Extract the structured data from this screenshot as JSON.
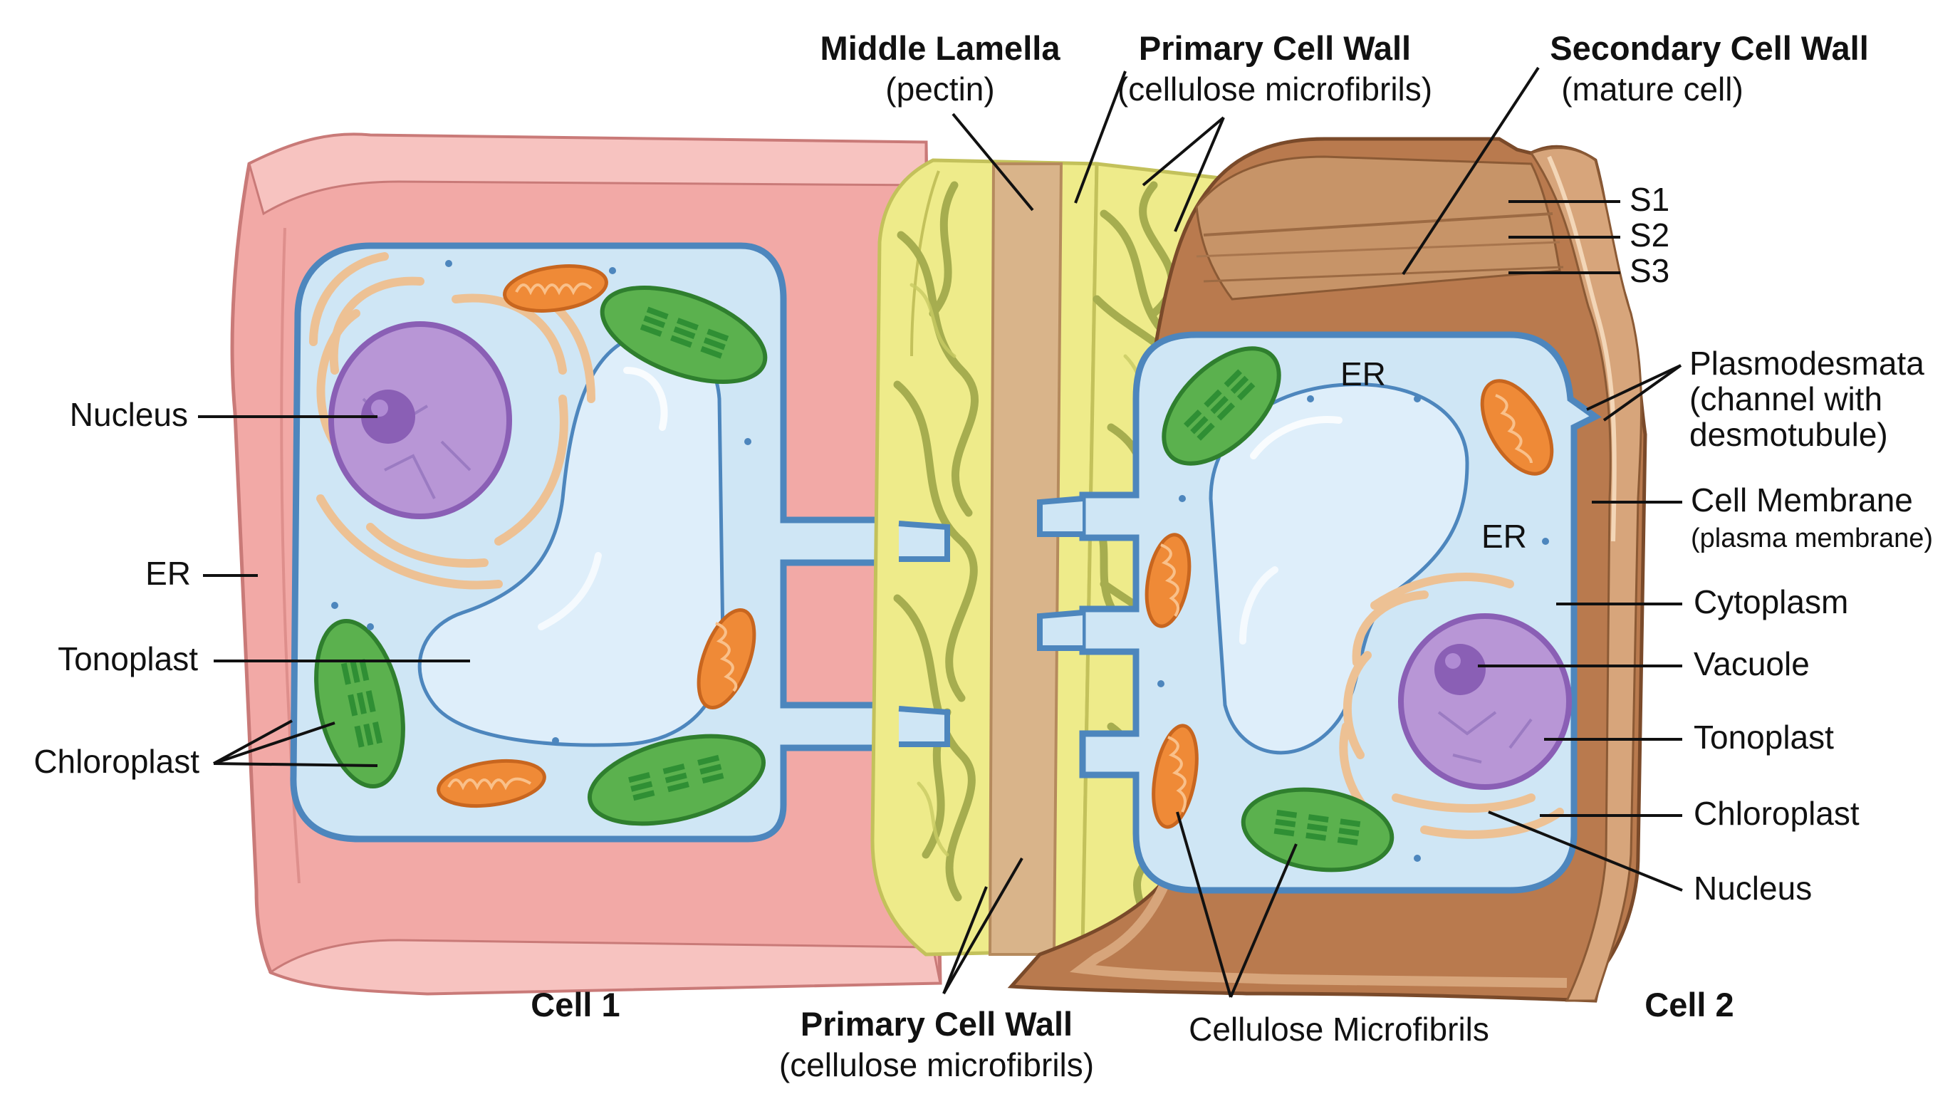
{
  "colors": {
    "cell1_wall": "#f2a9a6",
    "cell1_wall_edge": "#c97a78",
    "cell2_wall": "#b97a4e",
    "cell2_wall_light": "#d7a57b",
    "middle_lamella": "#d9b48a",
    "primary_wall": "#eeeb8a",
    "microfibril": "#a6ad4f",
    "cytoplasm": "#cfe6f5",
    "membrane": "#4d86bd",
    "vacuole": "#deeefa",
    "nucleus": "#b896d6",
    "nucleolus": "#8a5fb5",
    "chloroplast": "#5bb14e",
    "mitochondrion": "#ef8a37",
    "golgi": "#edc194"
  },
  "labels": {
    "middle_lamella_title": "Middle Lamella",
    "middle_lamella_sub": "(pectin)",
    "primary_wall_top_title": "Primary Cell Wall",
    "primary_wall_top_sub": "(cellulose microfibrils)",
    "secondary_wall_title": "Secondary Cell Wall",
    "secondary_wall_sub": "(mature cell)",
    "s1": "S1",
    "s2": "S2",
    "s3": "S3",
    "plasmodesmata_1": "Plasmodesmata",
    "plasmodesmata_2": "(channel with",
    "plasmodesmata_3": "desmotubule)",
    "cell_membrane": "Cell Membrane",
    "cell_membrane_sub": "(plasma membrane)",
    "cytoplasm": "Cytoplasm",
    "vacuole": "Vacuole",
    "tonoplast_right": "Tonoplast",
    "chloroplast_right": "Chloroplast",
    "nucleus_right": "Nucleus",
    "nucleus_left": "Nucleus",
    "er_left": "ER",
    "tonoplast_left": "Tonoplast",
    "chloroplast_left": "Chloroplast",
    "er_cell2_top": "ER",
    "er_cell2_mid": "ER",
    "cell1": "Cell 1",
    "cell2": "Cell 2",
    "primary_wall_bottom_title": "Primary Cell Wall",
    "primary_wall_bottom_sub": "(cellulose microfibrils)",
    "cellulose_microfibrils": "Cellulose Microfibrils"
  }
}
